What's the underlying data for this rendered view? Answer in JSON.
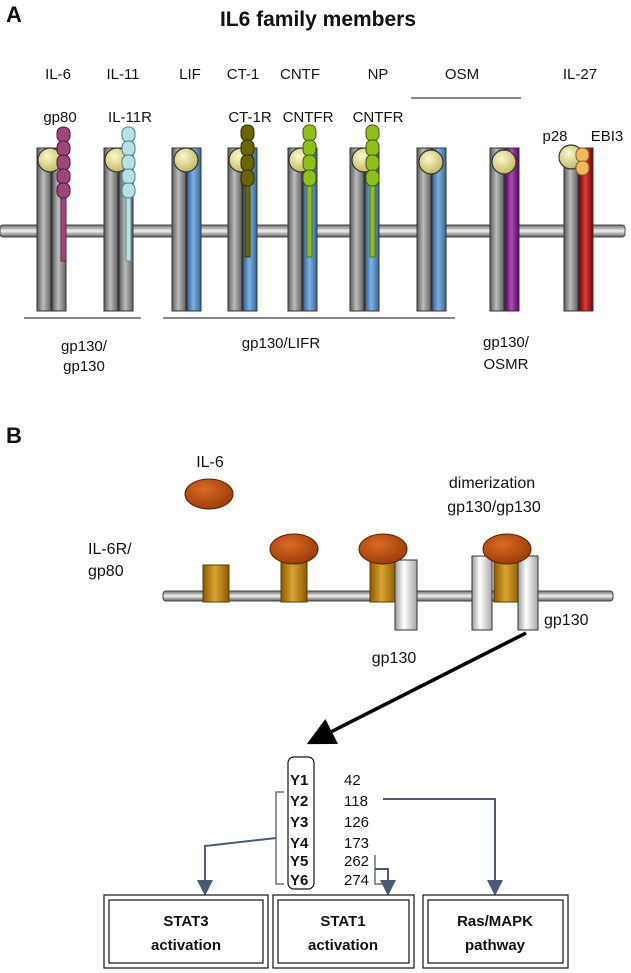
{
  "panel_a": {
    "letter": "A",
    "title": "IL6 family members",
    "ligands": [
      "IL-6",
      "IL-11",
      "LIF",
      "CT-1",
      "CNTF",
      "NP",
      "OSM",
      "IL-27"
    ],
    "receptors": [
      "gp80",
      "IL-11R",
      "CT-1R",
      "CNTFR",
      "CNTFR",
      "p28",
      "EBI3"
    ],
    "groups": [
      {
        "line1": "gp130/",
        "line2": "gp130"
      },
      {
        "line1": "gp130/LIFR",
        "line2": ""
      },
      {
        "line1": "gp130/",
        "line2": "OSMR"
      }
    ]
  },
  "panel_b": {
    "letter": "B",
    "ligand": "IL-6",
    "receptor_line1": "IL-6R/",
    "receptor_line2": "gp80",
    "dimer_line1": "dimerization",
    "dimer_line2": "gp130/gp130",
    "gp130_left": "gp130",
    "gp130_right": "gp130",
    "tyrosines": [
      {
        "label": "Y1",
        "value": "42"
      },
      {
        "label": "Y2",
        "value": "118"
      },
      {
        "label": "Y3",
        "value": "126"
      },
      {
        "label": "Y4",
        "value": "173"
      },
      {
        "label": "Y5",
        "value": "262"
      },
      {
        "label": "Y6",
        "value": "274"
      }
    ],
    "outcomes": [
      {
        "line1": "STAT3",
        "line2": "activation"
      },
      {
        "line1": "STAT1",
        "line2": "activation"
      },
      {
        "line1": "Ras/MAPK",
        "line2": "pathway"
      }
    ]
  },
  "colors": {
    "gp130": "#7f7f7f",
    "lifr": "#4f81bd",
    "osmr": "#7a0a82",
    "ebi3_chain": "#b30000",
    "gp80": "#a0457a",
    "il11r": "#b9e0e4",
    "ct1r": "#6b6500",
    "cntfr": "#8fbf1a",
    "ligand_ball": "#e9e59a",
    "il6": "#c0500a",
    "il6r": "#bf8a10",
    "arrow": "#4a5a75"
  }
}
